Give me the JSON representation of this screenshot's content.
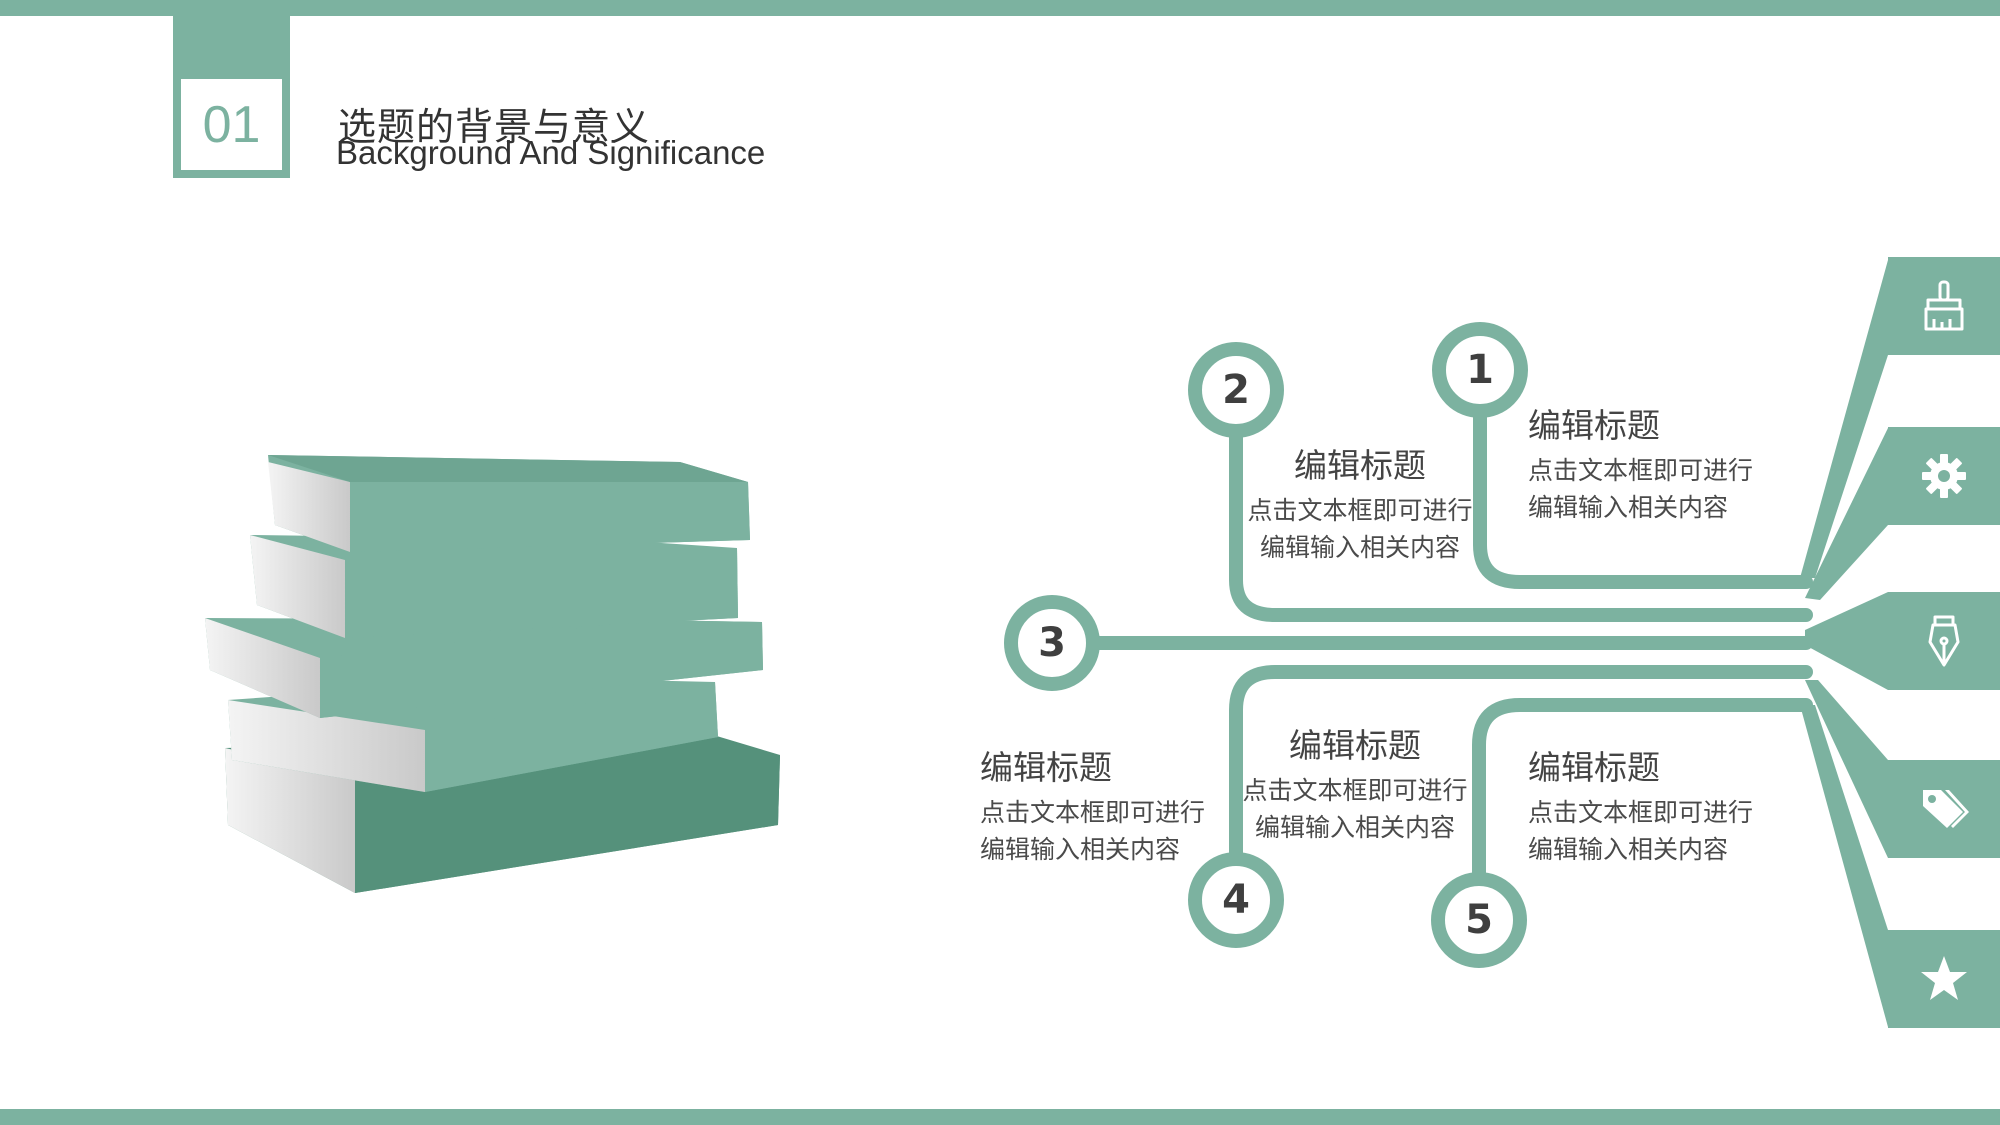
{
  "header": {
    "number": "01",
    "title_cn": "选题的背景与意义",
    "title_en": "Background And Significance"
  },
  "nodes": [
    {
      "num": "1",
      "title": "编辑标题",
      "line1": "点击文本框即可进行",
      "line2": "编辑输入相关内容"
    },
    {
      "num": "2",
      "title": "编辑标题",
      "line1": "点击文本框即可进行",
      "line2": "编辑输入相关内容"
    },
    {
      "num": "3",
      "title": "编辑标题",
      "line1": "点击文本框即可进行",
      "line2": "编辑输入相关内容"
    },
    {
      "num": "4",
      "title": "编辑标题",
      "line1": "点击文本框即可进行",
      "line2": "编辑输入相关内容"
    },
    {
      "num": "5",
      "title": "编辑标题",
      "line1": "点击文本框即可进行",
      "line2": "编辑输入相关内容"
    }
  ],
  "icons": [
    "brush-icon",
    "gear-icon",
    "pen-nib-icon",
    "tags-icon",
    "star-icon"
  ],
  "colors": {
    "accent": "#7cb2a0",
    "accent_dark": "#55917b",
    "text": "#333333"
  }
}
